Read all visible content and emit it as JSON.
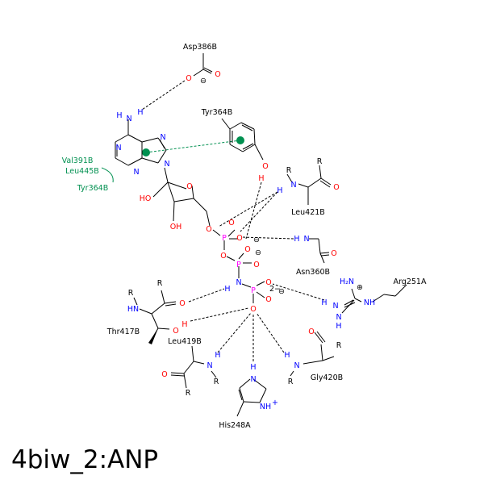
{
  "caption": "4biw_2:ANP",
  "colors": {
    "bond": "#000000",
    "oxygen": "#ff0000",
    "nitrogen": "#0000ff",
    "phosphorus": "#ff00ff",
    "hbond": "#000000",
    "pi": "#009050"
  },
  "residues": {
    "asp386": "Asp386B",
    "tyr364_top": "Tyr364B",
    "val391": "Val391B",
    "leu445": "Leu445B",
    "tyr364_hydro": "Tyr364B",
    "leu421": "Leu421B",
    "asn360": "Asn360B",
    "arg251": "Arg251A",
    "thr417": "Thr417B",
    "leu419": "Leu419B",
    "gly420": "Gly420B",
    "his248": "His248A"
  },
  "atoms": {
    "O": "O",
    "N": "N",
    "H": "H",
    "P": "P",
    "R": "R",
    "HO": "HO",
    "OH": "OH",
    "HN": "HN",
    "H2N": "H₂N",
    "NH": "NH",
    "NHplus": "NH",
    "minus": "⊖",
    "plus": "⊕",
    "superplus": "+",
    "charge2": "2−"
  }
}
